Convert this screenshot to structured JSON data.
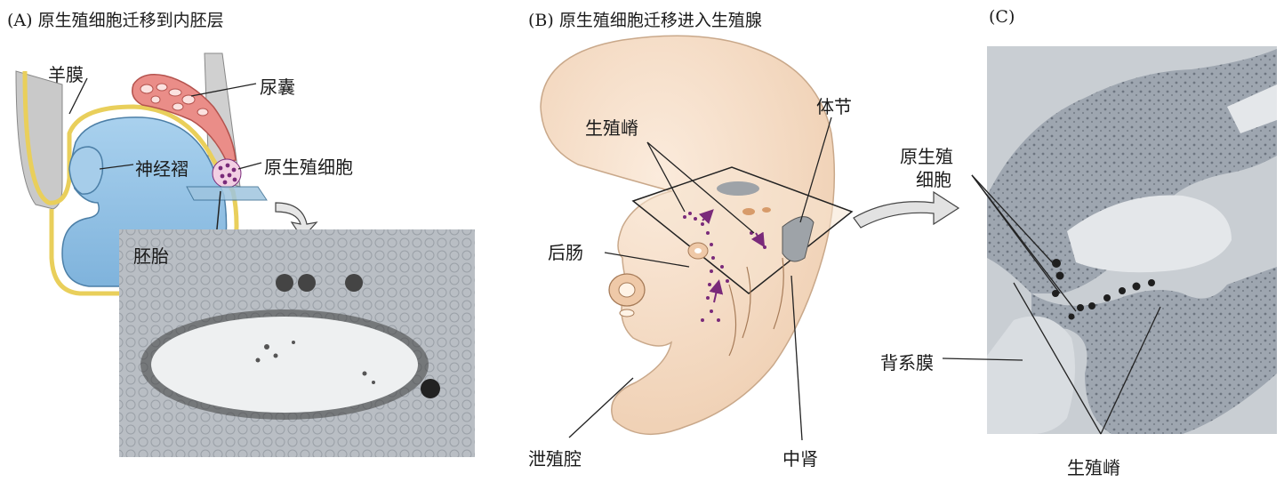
{
  "panel_a": {
    "title": "(A) 原生殖细胞迁移到内胚层",
    "labels": {
      "amnion": "羊膜",
      "allantois": "尿囊",
      "neural_fold": "神经褶",
      "primordial_germ_cells": "原生殖细胞",
      "embryo": "胚胎"
    }
  },
  "panel_b": {
    "title": "(B) 原生殖细胞迁移进入生殖腺",
    "labels": {
      "genital_ridge": "生殖嵴",
      "somite": "体节",
      "hindgut": "后肠",
      "cloaca": "泄殖腔",
      "mesonephros": "中肾"
    }
  },
  "panel_c": {
    "title": "(C)",
    "labels": {
      "pgc_line1": "原生殖",
      "pgc_line2": "细胞",
      "dorsal_mesentery": "背系膜",
      "genital_ridge": "生殖嵴"
    }
  },
  "colors": {
    "embryo_blue": "#8fc0e4",
    "amnion_yellow": "#f3de7a",
    "allantois_red": "#e88b86",
    "germ_cell_purple": "#7a2a7a",
    "embryo_skin": "#f6dcc4",
    "micrograph_gray": "#b7bcc3"
  }
}
